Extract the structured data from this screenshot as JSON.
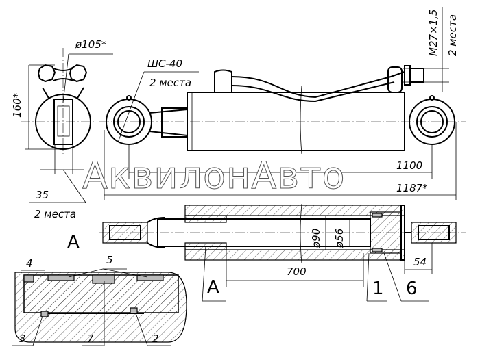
{
  "drawing": {
    "end_view": {
      "diameter_label": "ø105*",
      "height_label": "160*",
      "width_label": "35",
      "places_label": "2 места"
    },
    "ball_joint": {
      "label": "ШС-40",
      "places_label": "2 места"
    },
    "thread": {
      "label": "M27×1,5",
      "places_label": "2 места"
    },
    "dimensions": {
      "length_inner": "1100",
      "length_total": "1187*",
      "stroke": "700",
      "bore": "ø90",
      "rod": "ø56",
      "end_offset": "54"
    },
    "section_marks": {
      "view_label": "A",
      "cut_label": "A"
    },
    "callouts": [
      "1",
      "2",
      "3",
      "4",
      "5",
      "6",
      "7"
    ],
    "watermark": "АквилонАвто"
  }
}
